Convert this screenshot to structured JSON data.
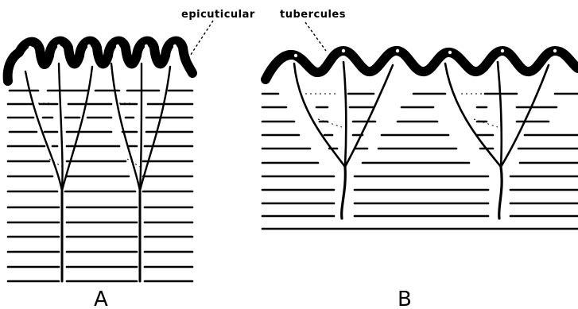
{
  "labels": {
    "epicuticular": "epicuticular",
    "tubercules": "tubercules",
    "panel_a": "A",
    "panel_b": "B"
  },
  "colors": {
    "ink": "#000000",
    "background": "#ffffff"
  }
}
